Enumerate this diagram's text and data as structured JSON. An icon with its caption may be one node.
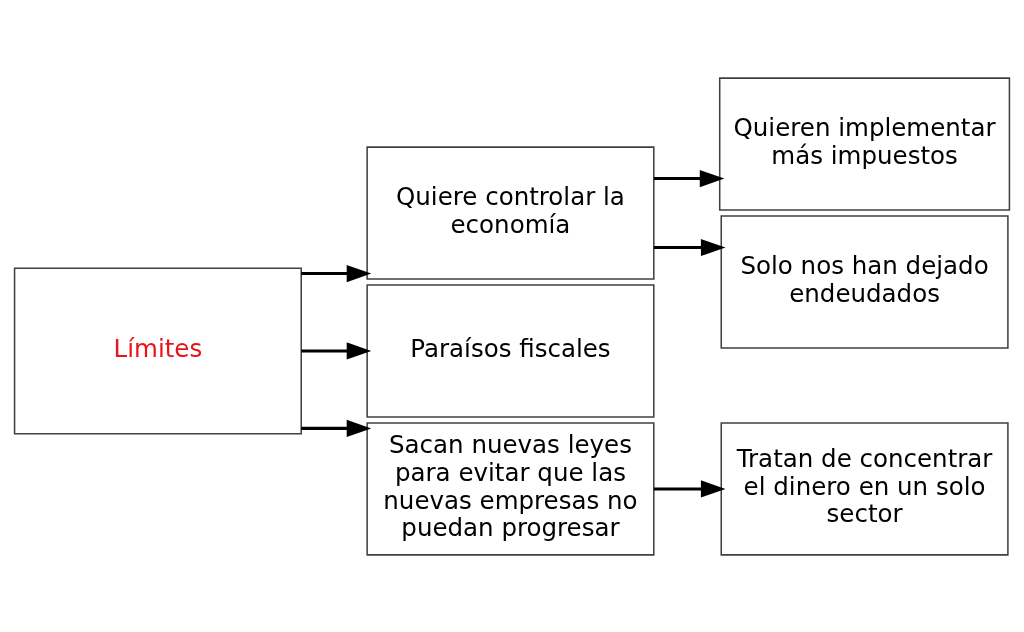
{
  "diagram": {
    "nodes": [
      {
        "text": [
          "Límites"
        ]
      },
      {
        "text": [
          "Quiere controlar la economía"
        ]
      },
      {
        "text": [
          "Paraísos fiscales"
        ]
      },
      {
        "text": [
          "Sacan nuevas leyes para evitar que las nuevas empresas no puedan progresar"
        ]
      },
      {
        "text": [
          "Quieren implementar más impuestos"
        ]
      },
      {
        "text": [
          "Solo nos han dejado endeudados"
        ]
      },
      {
        "text": [
          "Tratan de concentrar el dinero en un solo sector"
        ]
      }
    ],
    "edges": [
      {
        "from": 0,
        "to": 1,
        "arrow": "to"
      },
      {
        "from": 0,
        "to": 2,
        "arrow": "to"
      },
      {
        "from": 0,
        "to": 3,
        "arrow": "to"
      },
      {
        "from": 1,
        "to": 4,
        "arrow": "to"
      },
      {
        "from": 1,
        "to": 5,
        "arrow": "to"
      },
      {
        "from": 3,
        "to": 6,
        "arrow": "to"
      }
    ]
  }
}
